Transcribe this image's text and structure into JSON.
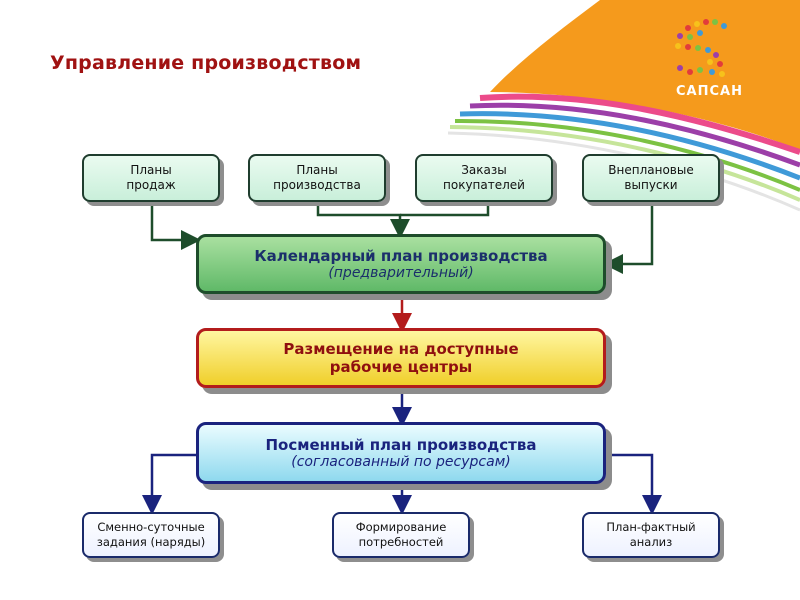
{
  "title": "Управление производством",
  "logo": {
    "text": "САПСАН"
  },
  "sources": [
    {
      "lines": [
        "Планы",
        "продаж"
      ]
    },
    {
      "lines": [
        "Планы",
        "производства"
      ]
    },
    {
      "lines": [
        "Заказы",
        "покупателей"
      ]
    },
    {
      "lines": [
        "Внеплановые",
        "выпуски"
      ]
    }
  ],
  "calendar_plan": {
    "line1": "Календарный план производства",
    "line2": "(предварительный)"
  },
  "placement": {
    "line1": "Размещение на доступные",
    "line2": "рабочие центры"
  },
  "shift_plan": {
    "line1": "Посменный план производства",
    "line2": "(согласованный по ресурсам)"
  },
  "outputs": [
    {
      "lines": [
        "Сменно-суточные",
        "задания (наряды)"
      ]
    },
    {
      "lines": [
        "Формирование",
        "потребностей"
      ]
    },
    {
      "lines": [
        "План-фактный",
        "анализ"
      ]
    }
  ],
  "colors": {
    "title": "#a01212",
    "logo_bg_orange": "#f39a1e",
    "green_box": "#60b968",
    "yellow_box": "#f0cf2a",
    "blue_box": "#8fd9ee",
    "arrow_green": "#1e4d2b",
    "arrow_red": "#b31c1c",
    "arrow_blue": "#1a237e"
  }
}
